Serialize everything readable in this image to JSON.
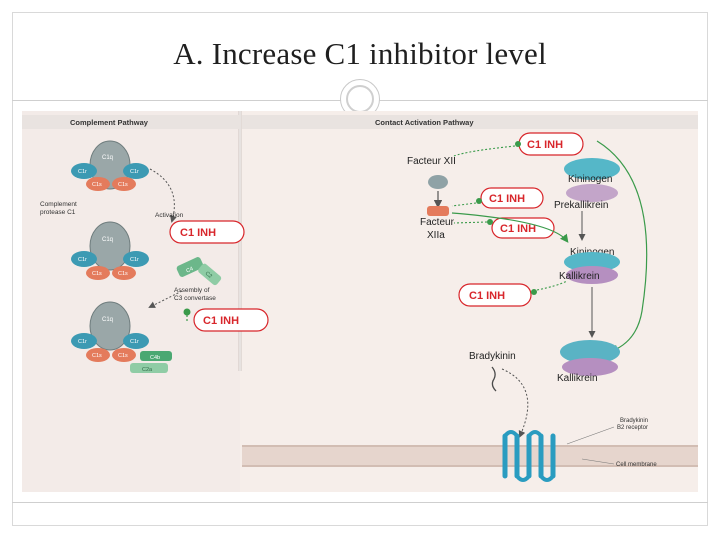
{
  "slide": {
    "title": "A. Increase C1 inhibitor level"
  },
  "figure": {
    "left_panel_title": "Complement Pathway",
    "right_panel_title": "Contact Activation Pathway",
    "complement": {
      "c1q": "C1q",
      "c1r": "C1r",
      "c1s": "C1s",
      "protease_label": [
        "Complement",
        "protease C1"
      ],
      "activation": "Activation",
      "c4": "C4",
      "c2": "C2",
      "assembly_label": [
        "Assembly of",
        "C3 convertase"
      ],
      "c4b": "C4b",
      "c2a": "C2a"
    },
    "inhibitor": "C1 INH",
    "contact": {
      "fxii": "Facteur XII",
      "fxiia_1": "Facteur",
      "fxiia_2": "XIIa",
      "kininogen": "Kininogen",
      "prekallikrein": "Prekallikrein",
      "kallikrein": "Kallikrein",
      "bradykinin": "Bradykinin",
      "receptor_1": "Bradykinin",
      "receptor_2": "B2 receptor",
      "membrane": "Cell membrane"
    },
    "colors": {
      "inhibitor_red": "#d8262b",
      "arrow_green": "#3a9a4a",
      "panel_bg": "#f6eeea"
    }
  }
}
